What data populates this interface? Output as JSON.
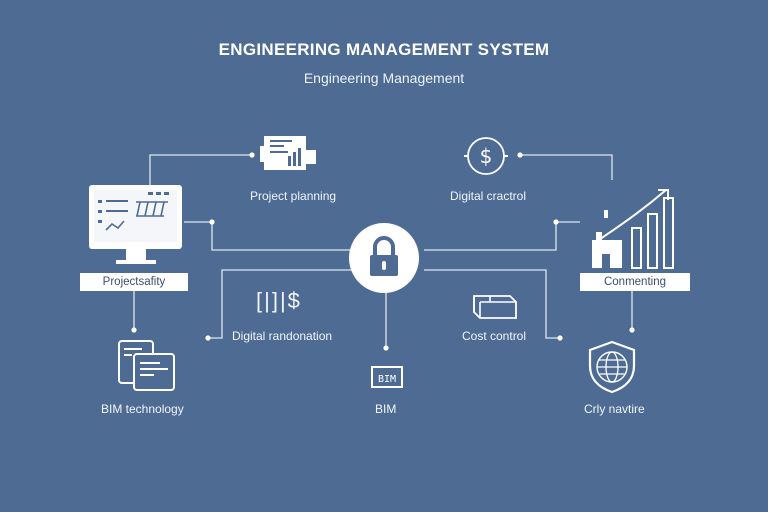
{
  "header": {
    "title": "ENGINEERING MANAGEMENT SYSTEM",
    "subtitle": "Engineering Management"
  },
  "nodes": {
    "project_planning": "Project planning",
    "digital_control": "Digital cractrol",
    "project_safety": "Projectsafity",
    "connecting": "Conmenting",
    "digital_transformation": "Digital randonation",
    "cost_control": "Cost control",
    "bim_technology": "BIM technology",
    "bim": "BIM",
    "city_nature": "Crly navtire"
  },
  "icons": {
    "center": "padlock-icon",
    "project_planning": "document-chart-icon",
    "digital_control": "dollar-circle-icon",
    "project_safety": "monitor-dashboard-icon",
    "connecting": "building-growth-chart-icon",
    "digital_transformation": "data-dollar-icon",
    "cost_control": "box-icon",
    "bim_technology": "documents-icon",
    "bim": "bim-tag-icon",
    "city_nature": "globe-shield-icon"
  },
  "glyphs": {
    "digital_transformation": "[|]|$",
    "bim_tag": "BIM"
  },
  "colors": {
    "background": "#4d6b93",
    "foreground": "#ffffff",
    "box_text": "#3b4f6e"
  }
}
